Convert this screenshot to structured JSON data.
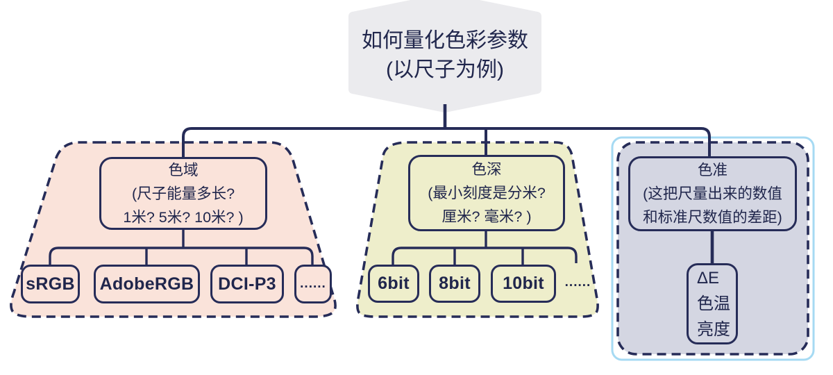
{
  "title": {
    "lines": [
      "如何量化色彩参数",
      "(以尺子为例)"
    ]
  },
  "branches": {
    "gamut": {
      "header_lines": [
        "色域",
        "(尺子能量多长?",
        "1米? 5米? 10米? )"
      ],
      "children": [
        "sRGB",
        "AdobeRGB",
        "DCI-P3",
        "......"
      ]
    },
    "depth": {
      "header_lines": [
        "色深",
        "(最小刻度是分米?",
        "厘米? 毫米? )"
      ],
      "children": [
        "6bit",
        "8bit",
        "10bit"
      ],
      "ellipsis": "......"
    },
    "accuracy": {
      "header_lines": [
        "色准",
        "(这把尺量出来的数值",
        "和标准尺数值的差距)"
      ],
      "metrics": [
        "ΔE",
        "色温",
        "亮度"
      ]
    }
  },
  "colors": {
    "navy": "#262c58",
    "ink": "#20264c",
    "pink": "#fae3da",
    "olive": "#eeeecb",
    "slate": "#d4d6e2",
    "gray": "#ebebee",
    "highlight": "#a6daf3",
    "bg": "#ffffff"
  }
}
